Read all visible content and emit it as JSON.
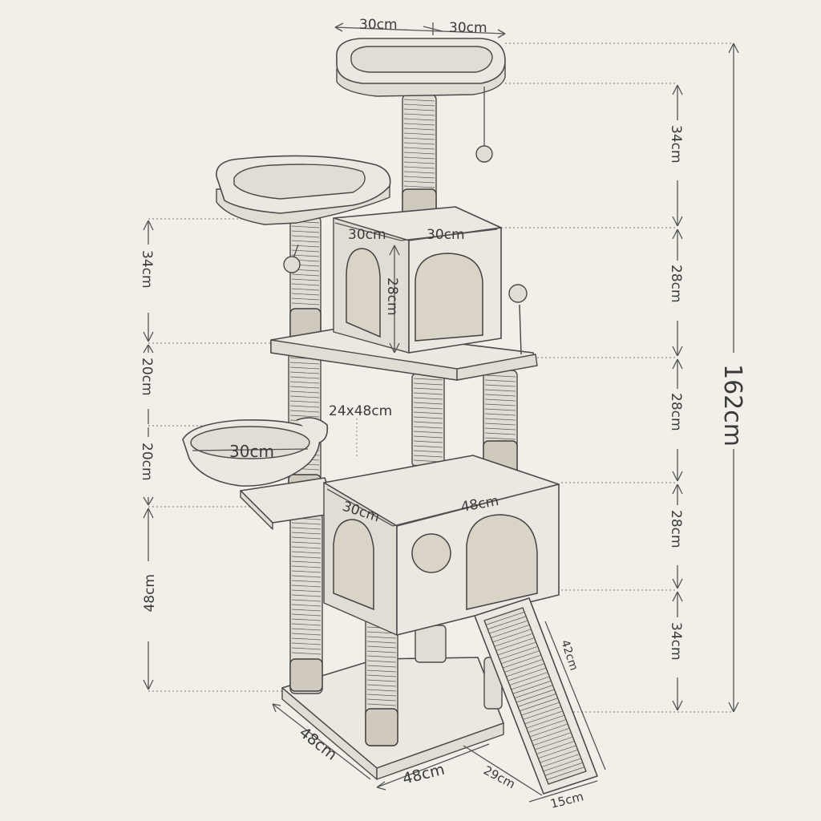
{
  "dimensions": {
    "top_perch_left_width": "30cm",
    "top_perch_right_width": "30cm",
    "right_top_gap": "34cm",
    "upper_condo_depth": "30cm",
    "upper_condo_width": "30cm",
    "upper_condo_height": "28cm",
    "right_upper_condo": "28cm",
    "right_mid_post": "28cm",
    "right_lower_condo": "28cm",
    "right_base_gap": "34cm",
    "total_height": "162cm",
    "left_upper": "34cm",
    "left_mid_a": "20cm",
    "left_mid_b": "20cm",
    "left_bottom": "48cm",
    "platform_size": "24x48cm",
    "basket_diameter": "30cm",
    "lower_condo_depth": "30cm",
    "lower_condo_width": "48cm",
    "ramp_length": "42cm",
    "ramp_width": "15cm",
    "ramp_offset": "29cm",
    "base_depth": "48cm",
    "base_width": "48cm"
  }
}
